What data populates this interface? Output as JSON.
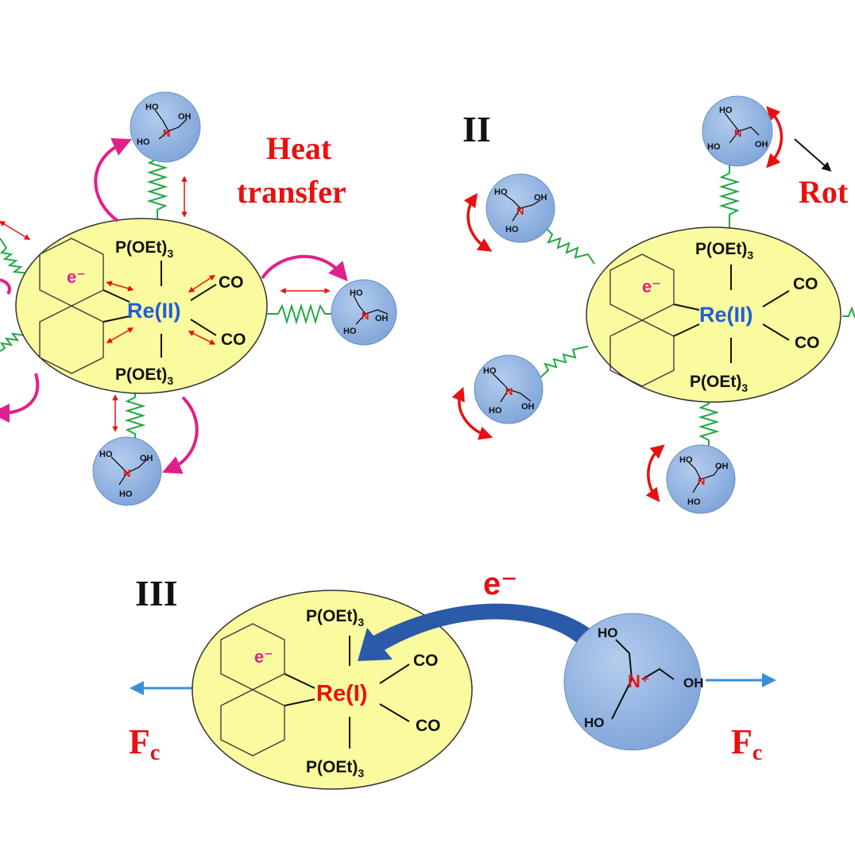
{
  "panels": {
    "panel1": {
      "title_line1": "Heat",
      "title_line2": "transfer",
      "metal": "Re(II)",
      "electron": "e⁻",
      "ligand_top": "P(OEt)",
      "ligand_bottom": "P(OEt)",
      "ligand_sub": "3",
      "co_top": "CO",
      "co_bottom": "CO"
    },
    "panel2": {
      "label": "II",
      "title_partial": "Rot",
      "metal": "Re(II)",
      "electron": "e⁻",
      "ligand_top": "P(OEt)",
      "ligand_bottom": "P(OEt)",
      "ligand_sub": "3",
      "co_top": "CO",
      "co_bottom": "CO"
    },
    "panel3": {
      "label": "III",
      "metal": "Re(I)",
      "electron": "e⁻",
      "transfer_electron": "e⁻",
      "ligand_top": "P(OEt)",
      "ligand_bottom": "P(OEt)",
      "ligand_sub": "3",
      "co_top": "CO",
      "co_bottom": "CO",
      "force_left": "F",
      "force_right": "F",
      "force_sub": "c",
      "cation_n": "N⁺",
      "cation_ho_top": "HO",
      "cation_ho_bottom": "HO",
      "cation_oh_right": "OH"
    }
  },
  "tea": {
    "ho": "HO",
    "oh": "OH",
    "n": "N"
  },
  "colors": {
    "ellipse_fill": "#fafa9e",
    "sphere_fill": "#8fb3e0",
    "spring": "#22a845",
    "heat_arrow": "#e0208a",
    "rotation_arrow": "#e81010",
    "force_arrow": "#3a8fd8",
    "electron_arrow": "#2a5aa8"
  }
}
